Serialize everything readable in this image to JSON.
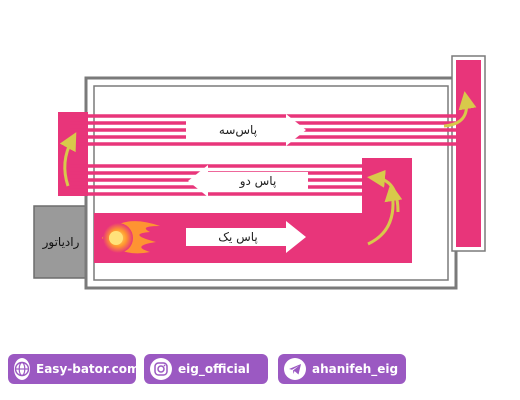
{
  "labels": {
    "pass_three": "پاس‌سه",
    "pass_two": "پاس دو",
    "pass_one": "پاس یک",
    "radiator": "رادیاتور"
  },
  "footer": {
    "website": "Easy-bator.com",
    "instagram": "eig_official",
    "telegram": "ahanifeh_eig"
  },
  "colors": {
    "pink": "#e8357a",
    "frame": "#7a7a7a",
    "radiator": "#9a9a9a",
    "badge": "#9b59c2"
  },
  "icons": {
    "flame": "flame-icon",
    "website": "globe-icon",
    "instagram": "instagram-icon",
    "telegram": "telegram-icon"
  }
}
